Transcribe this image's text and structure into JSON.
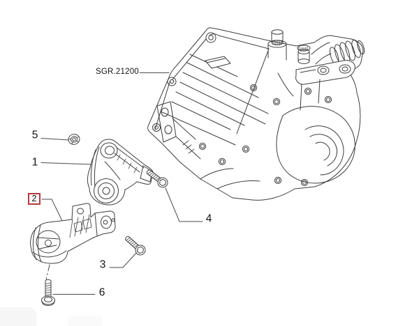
{
  "colors": {
    "highlight": "#b23b3e",
    "line": "#3d3d3d",
    "leader": "#4a4a4a",
    "label": "#121212",
    "background": "#ffffff",
    "watermark": "#f6f6f6"
  },
  "diagram": {
    "assembly_label": "SGR.21200",
    "callouts": [
      {
        "label": "1",
        "highlighted": false
      },
      {
        "label": "2",
        "highlighted": true
      },
      {
        "label": "3",
        "highlighted": false
      },
      {
        "label": "4",
        "highlighted": false
      },
      {
        "label": "5",
        "highlighted": false
      },
      {
        "label": "6",
        "highlighted": false
      }
    ]
  }
}
